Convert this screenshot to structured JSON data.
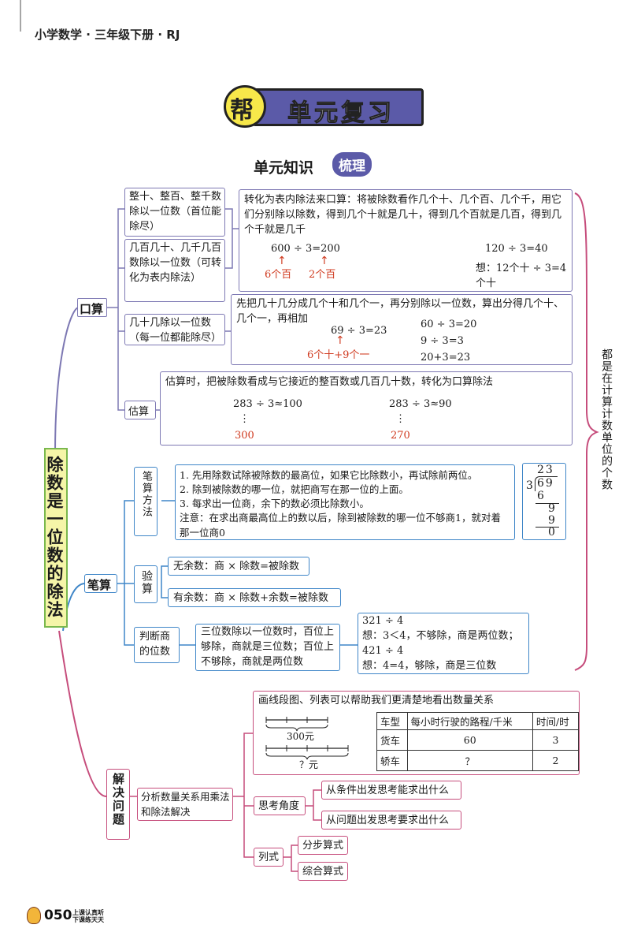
{
  "header": {
    "book_title": "小学数学 · 三年级下册 · RJ"
  },
  "banner": {
    "badge": "帮",
    "title": "单元复习"
  },
  "section": {
    "title_main": "单元知识",
    "title_badge": "梳理"
  },
  "root": {
    "label": "除数是一位数的除法"
  },
  "kousuan": {
    "label": "口算",
    "type1": "整十、整百、整千数除以一位数（首位能除尽）",
    "type2": "几百几十、几千几百数除以一位数（可转化为表内除法）",
    "type3": "几十几除以一位数（每一位都能除尽）",
    "explain1": "转化为表内除法来口算：将被除数看作几个十、几个百、几个千，用它们分别除以除数，得到几个十就是几十，得到几个百就是几百，得到几个千就是几千",
    "ex1_eq": "600 ÷ 3=200",
    "ex1_a": "6个百",
    "ex1_b": "2个百",
    "ex2_eq": "120 ÷ 3=40",
    "ex2_think": "想：12个十 ÷ 3=4个十",
    "explain2": "先把几十几分成几个十和几个一，再分别除以一位数，算出分得几个十、几个一，再相加",
    "ex3_eq": "69 ÷ 3=23",
    "ex3_note": "6个十+9个一",
    "ex4_line1": "60 ÷ 3=20",
    "ex4_line2": "9 ÷ 3=3",
    "ex4_line3": "20+3=23",
    "gusuan_label": "估算",
    "gusuan_text": "估算时，把被除数看成与它接近的整百数或几百几十数，转化为口算除法",
    "gusuan_ex1": "283 ÷ 3≈100",
    "gusuan_ex1_ans": "300",
    "gusuan_ex2": "283 ÷ 3≈90",
    "gusuan_ex2_ans": "270",
    "side_note": "都是在计算计数单位的个数",
    "dots": "⋮"
  },
  "bisuan": {
    "label": "笔算",
    "method_label": "笔算方法",
    "method_1": "1. 先用除数试除被除数的最高位，如果它比除数小，再试除前两位。",
    "method_2": "2. 除到被除数的哪一位，就把商写在那一位的上面。",
    "method_3": "3. 每求出一位商，余下的数必须比除数小。",
    "method_note": "注意：在求出商最高位上的数以后，除到被除数的哪一位不够商1，就对着那一位商0",
    "ld_quotient": "23",
    "ld_divisor": "3",
    "ld_dividend": "69",
    "ld_step1": "6",
    "ld_step2": "9",
    "ld_step3": "9",
    "ld_rem": "0",
    "check_label": "验算",
    "check_1": "无余数：商 × 除数=被除数",
    "check_2": "有余数：商 × 除数+余数=被除数",
    "digits_label": "判断商的位数",
    "digits_text": "三位数除以一位数时，百位上够除，商就是三位数；百位上不够除，商就是两位数",
    "digits_ex_1": "321 ÷ 4",
    "digits_ex_2": "想：3＜4，不够除，商是两位数；",
    "digits_ex_3": "421 ÷ 4",
    "digits_ex_4": "想：4=4，够除，商是三位数"
  },
  "jiejue": {
    "label": "解决问题",
    "analyze": "分析数量关系用乘法和除法解决",
    "draw_text": "画线段图、列表可以帮助我们更清楚地看出数量关系",
    "seg_top": "300元",
    "seg_bottom": "？元",
    "table": {
      "headers": [
        "车型",
        "每小时行驶的路程/千米",
        "时间/时"
      ],
      "rows": [
        [
          "货车",
          "60",
          "3"
        ],
        [
          "轿车",
          "？",
          "2"
        ]
      ]
    },
    "think_label": "思考角度",
    "think_1": "从条件出发思考能求出什么",
    "think_2": "从问题出发思考要求出什么",
    "formula_label": "列式",
    "formula_1": "分步算式",
    "formula_2": "综合算式"
  },
  "footer": {
    "page": "050",
    "slogan_1": "上课认真听",
    "slogan_2": "下课练天天"
  },
  "colors": {
    "purple": "#7d78b3",
    "pink": "#c64d7c",
    "blue": "#3f86c8",
    "red": "#d03a1f",
    "green": "#7ab84d",
    "yellow": "#f7e84a"
  }
}
